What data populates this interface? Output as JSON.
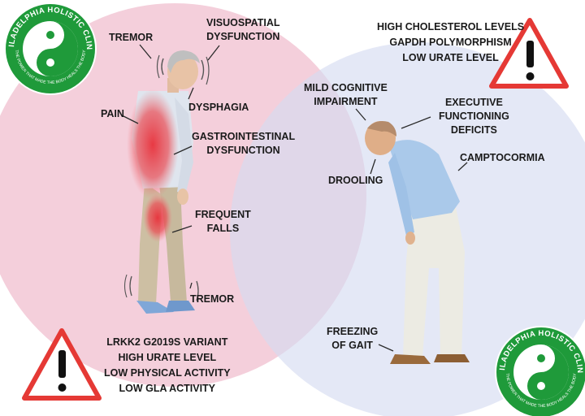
{
  "left_figure_labels": {
    "tremor_head": "TREMOR",
    "visuospatial_line1": "VISUOSPATIAL",
    "visuospatial_line2": "DYSFUNCTION",
    "pain": "PAIN",
    "dysphagia": "DYSPHAGIA",
    "gi_line1": "GASTROINTESTINAL",
    "gi_line2": "DYSFUNCTION",
    "falls_line1": "FREQUENT",
    "falls_line2": "FALLS",
    "tremor_feet": "TREMOR"
  },
  "right_figure_labels": {
    "mci_line1": "MILD COGNITIVE",
    "mci_line2": "IMPAIRMENT",
    "exec_line1": "EXECUTIVE",
    "exec_line2": "FUNCTIONING",
    "exec_line3": "DEFICITS",
    "drooling": "DROOLING",
    "camptocormia": "CAMPTOCORMIA",
    "freezing_line1": "FREEZING",
    "freezing_line2": "OF GAIT"
  },
  "top_risk_factors": [
    "HIGH CHOLESTEROL LEVELS",
    "GAPDH POLYMORPHISM",
    "LOW URATE LEVEL"
  ],
  "bottom_risk_factors": [
    "LRKK2 G2019S VARIANT",
    "HIGH URATE LEVEL",
    "LOW PHYSICAL ACTIVITY",
    "LOW GLA ACTIVITY"
  ],
  "logo_text": "PHILADELPHIA HOLISTIC CLINIC",
  "logo_tagline": "THE POWER THAT MADE THE BODY HEALS THE BODY",
  "colors": {
    "left_circle": "#f2c6d4",
    "right_circle": "#d7dcf0",
    "warning_red": "#e53935",
    "logo_green": "#1f9a3a"
  }
}
